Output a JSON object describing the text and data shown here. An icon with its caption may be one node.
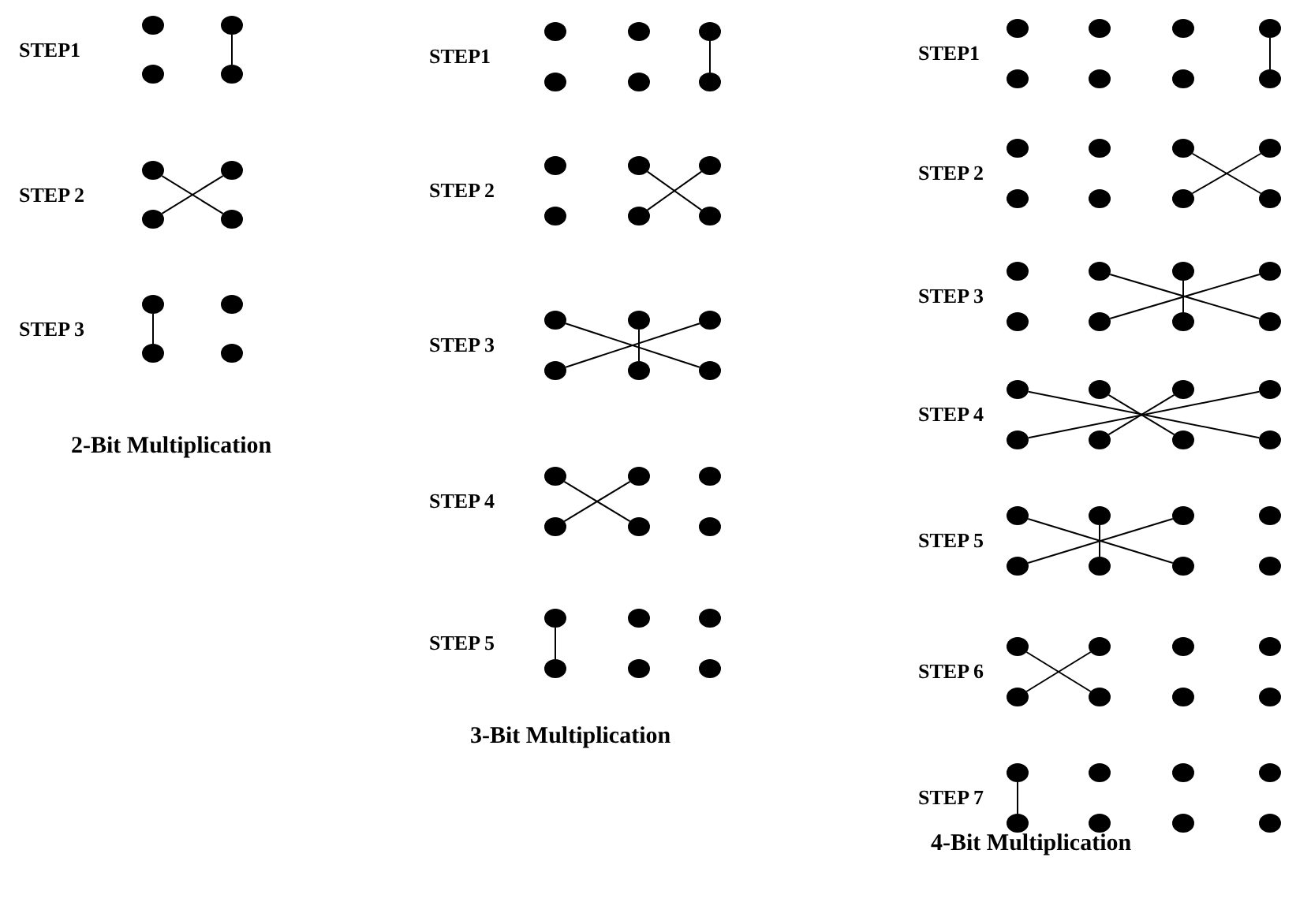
{
  "diagram": {
    "nodes": [
      {
        "text": [],
        "shape": "circle"
      },
      {
        "text": [],
        "shape": "circle"
      },
      {
        "text": [],
        "shape": "circle"
      },
      {
        "text": [],
        "shape": "circle"
      },
      {
        "text": [],
        "shape": "circle"
      },
      {
        "text": [],
        "shape": "circle"
      },
      {
        "text": [],
        "shape": "circle"
      },
      {
        "text": [],
        "shape": "circle"
      },
      {
        "text": [],
        "shape": "circle"
      },
      {
        "text": [],
        "shape": "circle"
      },
      {
        "text": [],
        "shape": "circle"
      },
      {
        "text": [],
        "shape": "circle"
      },
      {
        "text": [],
        "shape": "circle"
      },
      {
        "text": [],
        "shape": "circle"
      },
      {
        "text": [],
        "shape": "circle"
      },
      {
        "text": [],
        "shape": "circle"
      },
      {
        "text": [],
        "shape": "circle"
      },
      {
        "text": [],
        "shape": "circle"
      },
      {
        "text": [],
        "shape": "circle"
      },
      {
        "text": [],
        "shape": "circle"
      },
      {
        "text": [],
        "shape": "circle"
      },
      {
        "text": [],
        "shape": "circle"
      },
      {
        "text": [],
        "shape": "circle"
      },
      {
        "text": [],
        "shape": "circle"
      },
      {
        "text": [],
        "shape": "circle"
      },
      {
        "text": [],
        "shape": "circle"
      },
      {
        "text": [],
        "shape": "circle"
      },
      {
        "text": [],
        "shape": "circle"
      },
      {
        "text": [],
        "shape": "circle"
      },
      {
        "text": [],
        "shape": "circle"
      },
      {
        "text": [],
        "shape": "circle"
      },
      {
        "text": [],
        "shape": "circle"
      },
      {
        "text": [],
        "shape": "circle"
      },
      {
        "text": [],
        "shape": "circle"
      },
      {
        "text": [],
        "shape": "circle"
      },
      {
        "text": [],
        "shape": "circle"
      },
      {
        "text": [],
        "shape": "circle"
      },
      {
        "text": [],
        "shape": "circle"
      },
      {
        "text": [],
        "shape": "circle"
      },
      {
        "text": [],
        "shape": "circle"
      },
      {
        "text": [],
        "shape": "circle"
      },
      {
        "text": [],
        "shape": "circle"
      },
      {
        "text": [],
        "shape": "circle"
      },
      {
        "text": [],
        "shape": "circle"
      },
      {
        "text": [],
        "shape": "circle"
      },
      {
        "text": [],
        "shape": "circle"
      },
      {
        "text": [],
        "shape": "circle"
      },
      {
        "text": [],
        "shape": "circle"
      },
      {
        "text": [],
        "shape": "circle"
      },
      {
        "text": [],
        "shape": "circle"
      },
      {
        "text": [],
        "shape": "circle"
      },
      {
        "text": [],
        "shape": "circle"
      },
      {
        "text": [],
        "shape": "circle"
      },
      {
        "text": [],
        "shape": "circle"
      },
      {
        "text": [],
        "shape": "circle"
      },
      {
        "text": [],
        "shape": "circle"
      },
      {
        "text": [],
        "shape": "circle"
      },
      {
        "text": [],
        "shape": "circle"
      },
      {
        "text": [],
        "shape": "circle"
      },
      {
        "text": [],
        "shape": "circle"
      },
      {
        "text": [],
        "shape": "circle"
      },
      {
        "text": [],
        "shape": "circle"
      },
      {
        "text": [],
        "shape": "circle"
      },
      {
        "text": [],
        "shape": "circle"
      },
      {
        "text": [],
        "shape": "circle"
      },
      {
        "text": [],
        "shape": "circle"
      },
      {
        "text": [],
        "shape": "circle"
      },
      {
        "text": [],
        "shape": "circle"
      },
      {
        "text": [],
        "shape": "circle"
      },
      {
        "text": [],
        "shape": "circle"
      },
      {
        "text": [],
        "shape": "circle"
      },
      {
        "text": [],
        "shape": "circle"
      },
      {
        "text": [],
        "shape": "circle"
      },
      {
        "text": [],
        "shape": "circle"
      },
      {
        "text": [],
        "shape": "circle"
      },
      {
        "text": [],
        "shape": "circle"
      },
      {
        "text": [],
        "shape": "circle"
      },
      {
        "text": [],
        "shape": "circle"
      },
      {
        "text": [],
        "shape": "circle"
      },
      {
        "text": [],
        "shape": "circle"
      },
      {
        "text": [],
        "shape": "circle"
      },
      {
        "text": [],
        "shape": "circle"
      },
      {
        "text": [],
        "shape": "circle"
      },
      {
        "text": [],
        "shape": "circle"
      },
      {
        "text": [],
        "shape": "circle"
      },
      {
        "text": [],
        "shape": "circle"
      },
      {
        "text": [],
        "shape": "circle"
      },
      {
        "text": [],
        "shape": "circle"
      },
      {
        "text": [],
        "shape": "circle"
      },
      {
        "text": [],
        "shape": "circle"
      },
      {
        "text": [],
        "shape": "circle"
      },
      {
        "text": [],
        "shape": "circle"
      },
      {
        "text": [],
        "shape": "circle"
      },
      {
        "text": [],
        "shape": "circle"
      },
      {
        "text": [],
        "shape": "circle"
      },
      {
        "text": [],
        "shape": "circle"
      },
      {
        "text": [],
        "shape": "circle"
      },
      {
        "text": [],
        "shape": "circle"
      }
    ],
    "edges": [
      {
        "from": 1,
        "to": 3,
        "arrow": "none"
      },
      {
        "from": 4,
        "to": 7,
        "arrow": "none"
      },
      {
        "from": 5,
        "to": 6,
        "arrow": "none"
      },
      {
        "from": 8,
        "to": 10,
        "arrow": "none"
      },
      {
        "from": 14,
        "to": 17,
        "arrow": "none"
      },
      {
        "from": 19,
        "to": 23,
        "arrow": "none"
      },
      {
        "from": 20,
        "to": 22,
        "arrow": "none"
      },
      {
        "from": 24,
        "to": 29,
        "arrow": "none"
      },
      {
        "from": 25,
        "to": 28,
        "arrow": "none"
      },
      {
        "from": 26,
        "to": 27,
        "arrow": "none"
      },
      {
        "from": 30,
        "to": 34,
        "arrow": "none"
      },
      {
        "from": 31,
        "to": 33,
        "arrow": "none"
      },
      {
        "from": 36,
        "to": 39,
        "arrow": "none"
      },
      {
        "from": 45,
        "to": 49,
        "arrow": "none"
      },
      {
        "from": 52,
        "to": 57,
        "arrow": "none"
      },
      {
        "from": 53,
        "to": 56,
        "arrow": "none"
      },
      {
        "from": 59,
        "to": 65,
        "arrow": "none"
      },
      {
        "from": 60,
        "to": 64,
        "arrow": "none"
      },
      {
        "from": 61,
        "to": 63,
        "arrow": "none"
      },
      {
        "from": 66,
        "to": 73,
        "arrow": "none"
      },
      {
        "from": 67,
        "to": 72,
        "arrow": "none"
      },
      {
        "from": 68,
        "to": 71,
        "arrow": "none"
      },
      {
        "from": 69,
        "to": 70,
        "arrow": "none"
      },
      {
        "from": 74,
        "to": 80,
        "arrow": "none"
      },
      {
        "from": 75,
        "to": 79,
        "arrow": "none"
      },
      {
        "from": 76,
        "to": 78,
        "arrow": "none"
      },
      {
        "from": 82,
        "to": 87,
        "arrow": "none"
      },
      {
        "from": 83,
        "to": 86,
        "arrow": "none"
      },
      {
        "from": 90,
        "to": 94,
        "arrow": "none"
      }
    ],
    "labels": [
      "STEP1",
      "STEP 2",
      "STEP 3",
      "2-Bit Multiplication",
      "STEP1",
      "STEP 2",
      "STEP 3",
      "STEP 4",
      "STEP 5",
      "3-Bit Multiplication",
      "STEP1",
      "STEP 2",
      "STEP 3",
      "STEP 4",
      "STEP 5",
      "STEP 6",
      "STEP 7",
      "4-Bit Multiplication"
    ]
  }
}
